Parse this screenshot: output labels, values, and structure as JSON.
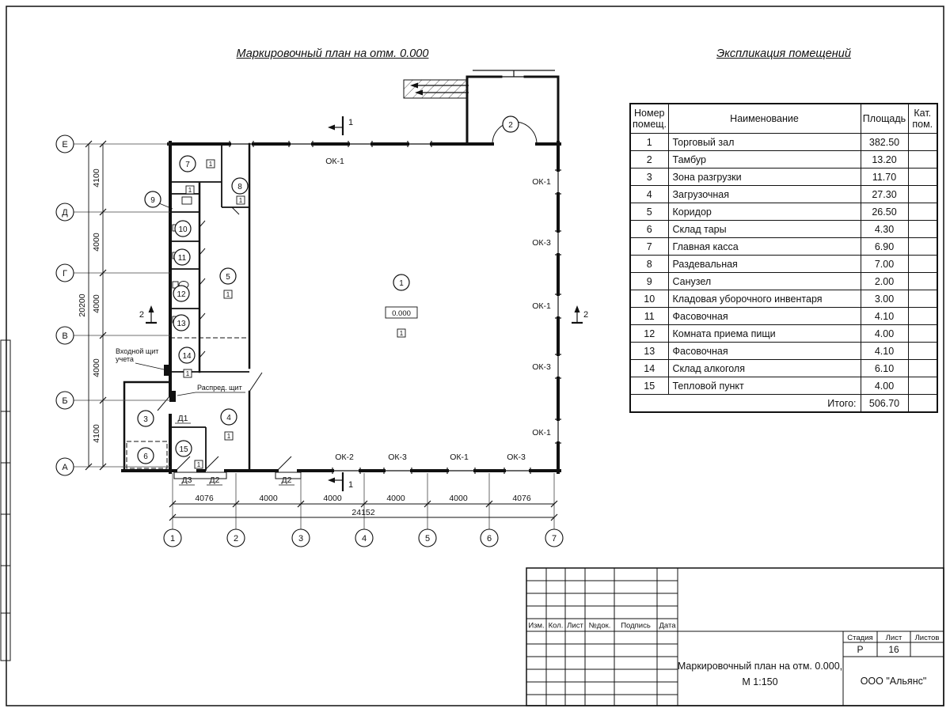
{
  "titles": {
    "plan": "Маркировочный план на отм. 0.000",
    "explication": "Экспликация помещений"
  },
  "plan": {
    "axis_letters": [
      "Е",
      "Д",
      "Г",
      "В",
      "Б",
      "А"
    ],
    "axis_numbers": [
      "1",
      "2",
      "3",
      "4",
      "5",
      "6",
      "7"
    ],
    "dims_vertical": [
      "4100",
      "4000",
      "4000",
      "4000",
      "4100"
    ],
    "dim_vertical_total": "20200",
    "dims_horizontal": [
      "4076",
      "4000",
      "4000",
      "4000",
      "4000",
      "4076"
    ],
    "dim_horizontal_total": "24152",
    "window_labels": [
      "ОК-1",
      "ОК-1",
      "ОК-3",
      "ОК-1",
      "ОК-3",
      "ОК-1",
      "ОК-2",
      "ОК-3",
      "ОК-1",
      "ОК-3"
    ],
    "room_numbers": [
      "1",
      "2",
      "3",
      "4",
      "5",
      "6",
      "7",
      "8",
      "9",
      "10",
      "11",
      "12",
      "13",
      "14",
      "15"
    ],
    "door_labels": [
      "Д1",
      "Д3",
      "Д2",
      "Д2"
    ],
    "elevation_mark": "0.000",
    "section_label_1": "1",
    "section_label_2": "2",
    "tag_label": "1",
    "entry_panel_note_line1": "Входной щит",
    "entry_panel_note_line2": "учета",
    "dist_panel_note": "Распред. щит"
  },
  "table": {
    "header_num_line1": "Номер",
    "header_num_line2": "помещ.",
    "header_name": "Наименование",
    "header_area": "Площадь",
    "header_cat_line1": "Кат.",
    "header_cat_line2": "пом.",
    "rows": [
      {
        "num": "1",
        "name": "Торговый зал",
        "area": "382.50"
      },
      {
        "num": "2",
        "name": "Тамбур",
        "area": "13.20"
      },
      {
        "num": "3",
        "name": "Зона разгрузки",
        "area": "11.70"
      },
      {
        "num": "4",
        "name": "Загрузочная",
        "area": "27.30"
      },
      {
        "num": "5",
        "name": "Коридор",
        "area": "26.50"
      },
      {
        "num": "6",
        "name": "Склад тары",
        "area": "4.30"
      },
      {
        "num": "7",
        "name": "Главная касса",
        "area": "6.90"
      },
      {
        "num": "8",
        "name": "Раздевальная",
        "area": "7.00"
      },
      {
        "num": "9",
        "name": "Санузел",
        "area": "2.00"
      },
      {
        "num": "10",
        "name": "Кладовая уборочного инвентаря",
        "area": "3.00"
      },
      {
        "num": "11",
        "name": "Фасовочная",
        "area": "4.10"
      },
      {
        "num": "12",
        "name": "Комната приема пищи",
        "area": "4.00"
      },
      {
        "num": "13",
        "name": "Фасовочная",
        "area": "4.10"
      },
      {
        "num": "14",
        "name": "Склад алкоголя",
        "area": "6.10"
      },
      {
        "num": "15",
        "name": "Тепловой пункт",
        "area": "4.00"
      }
    ],
    "total_label": "Итого:",
    "total_value": "506.70"
  },
  "titleblock": {
    "col_izm": "Изм.",
    "col_kol": "Кол.",
    "col_list": "Лист",
    "col_doc": "№док.",
    "col_sign": "Подпись",
    "col_date": "Дата",
    "stage_label": "Стадия",
    "sheet_label": "Лист",
    "sheets_label": "Листов",
    "stage_value": "Р",
    "sheet_value": "16",
    "doc_title_line1": "Маркировочный план на отм. 0.000,",
    "doc_title_line2": "М 1:150",
    "company": "ООО \"Альянс\""
  }
}
